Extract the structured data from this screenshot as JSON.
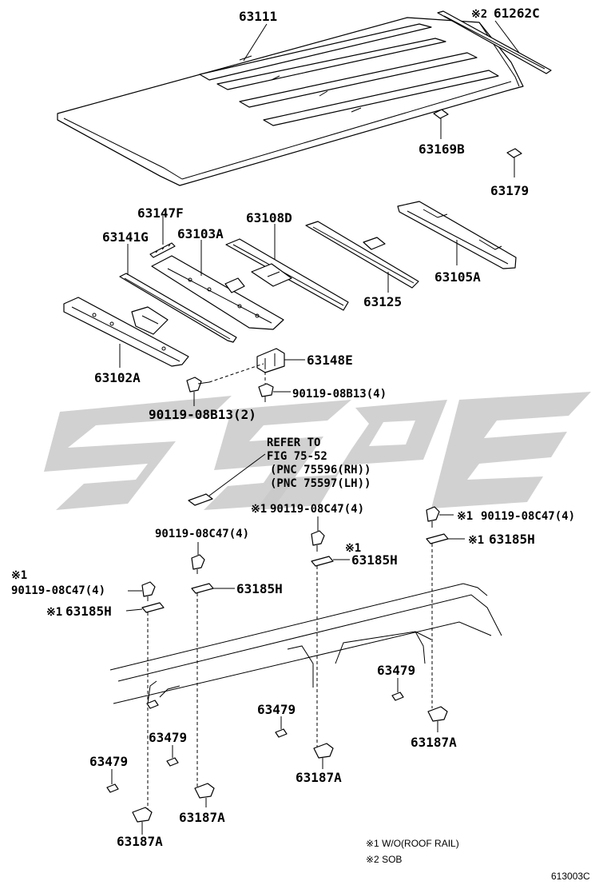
{
  "parts": {
    "p63111": "63111",
    "p61262C": "61262C",
    "p63169B": "63169B",
    "p63179": "63179",
    "p63147F": "63147F",
    "p63108D": "63108D",
    "p63141G": "63141G",
    "p63103A": "63103A",
    "p63125": "63125",
    "p63105A": "63105A",
    "p63102A": "63102A",
    "p63148E": "63148E",
    "p90119_08B13_4": "90119-08B13(4)",
    "p90119_08B13_2": "90119-08B13(2)",
    "p90119_08C47_4_a": "90119-08C47(4)",
    "p90119_08C47_4_b": "90119-08C47(4)",
    "p90119_08C47_4_c": "90119-08C47(4)",
    "p90119_08C47_4_d": "90119-08C47(4)",
    "p63185H_a": "63185H",
    "p63185H_b": "63185H",
    "p63185H_c": "63185H",
    "p63185H_d": "63185H",
    "p63479_a": "63479",
    "p63479_b": "63479",
    "p63479_c": "63479",
    "p63479_d": "63479",
    "p63187A_a": "63187A",
    "p63187A_b": "63187A",
    "p63187A_c": "63187A",
    "p63187A_d": "63187A"
  },
  "marks": {
    "m1": "※1",
    "m2": "※2"
  },
  "refer": {
    "line1": "REFER TO",
    "line2": "FIG 75-52",
    "line3": "(PNC 75596(RH))",
    "line4": "(PNC 75597(LH))"
  },
  "legend": {
    "note1": "※1 W/O(ROOF RAIL)",
    "note2": "※2 SOB"
  },
  "figure_id": "613003C"
}
